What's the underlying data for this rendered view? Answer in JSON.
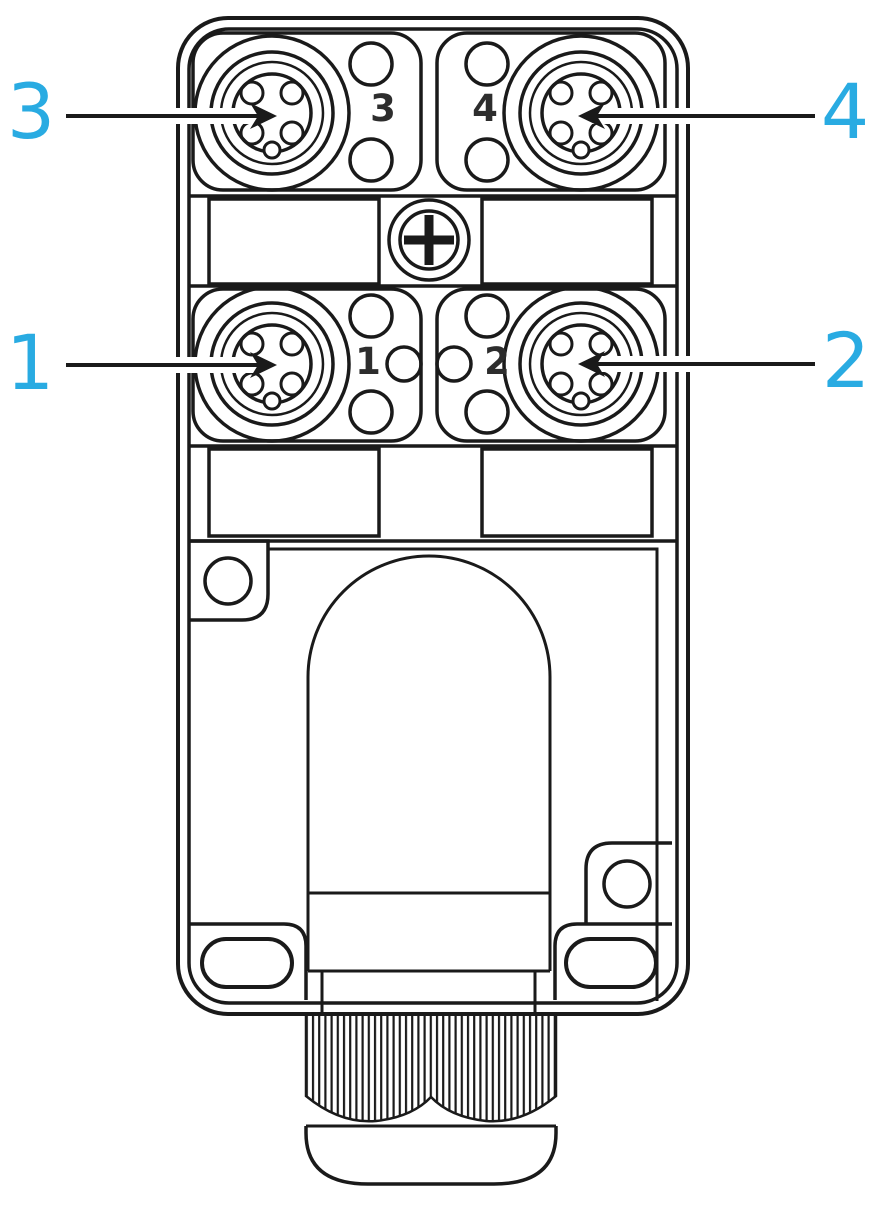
{
  "figure": {
    "kind": "technical-line-drawing",
    "subject": "four-port M12 distribution box, face view with mounting screw and cable gland",
    "colors": {
      "callout_accent": "#29ABE2",
      "line": "#1a1a1a",
      "background": "#ffffff"
    },
    "callouts": [
      {
        "label": "3",
        "side": "left",
        "row": "top",
        "points_to": "port-3-connector"
      },
      {
        "label": "4",
        "side": "right",
        "row": "top",
        "points_to": "port-4-connector"
      },
      {
        "label": "1",
        "side": "left",
        "row": "middle",
        "points_to": "port-1-connector"
      },
      {
        "label": "2",
        "side": "right",
        "row": "middle",
        "points_to": "port-2-connector"
      }
    ],
    "ports": [
      {
        "number": "1",
        "position": "middle-left"
      },
      {
        "number": "2",
        "position": "middle-right"
      },
      {
        "number": "3",
        "position": "top-left"
      },
      {
        "number": "4",
        "position": "top-right"
      }
    ],
    "icons": [
      "phillips-screw-icon",
      "m12-connector-icon",
      "cable-gland-icon",
      "arrowhead-icon"
    ]
  }
}
